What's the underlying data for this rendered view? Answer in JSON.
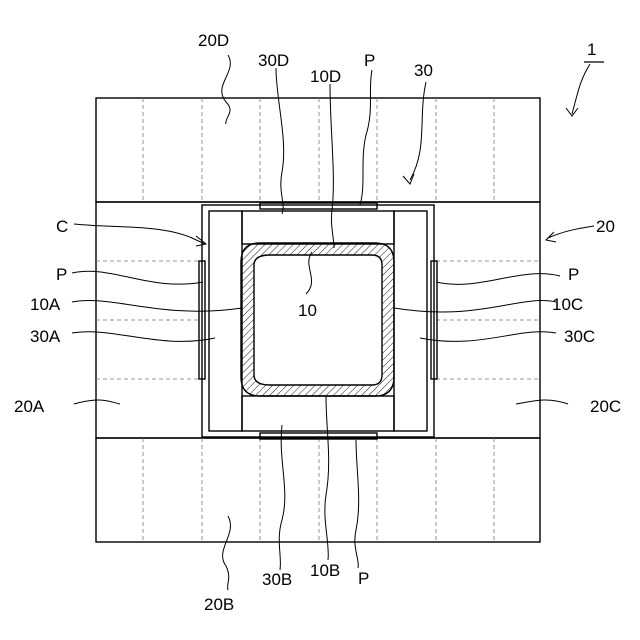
{
  "labels": {
    "fig_ref": "1",
    "l20D": "20D",
    "l30D": "30D",
    "l10D": "10D",
    "lP_top": "P",
    "l30": "30",
    "lC": "C",
    "l20": "20",
    "lP_left": "P",
    "lP_right": "P",
    "l10A": "10A",
    "l10": "10",
    "l10C": "10C",
    "l30A": "30A",
    "l30C": "30C",
    "l20A": "20A",
    "l20C": "20C",
    "l30B": "30B",
    "l10B": "10B",
    "lP_bottom": "P",
    "l20B": "20B"
  }
}
